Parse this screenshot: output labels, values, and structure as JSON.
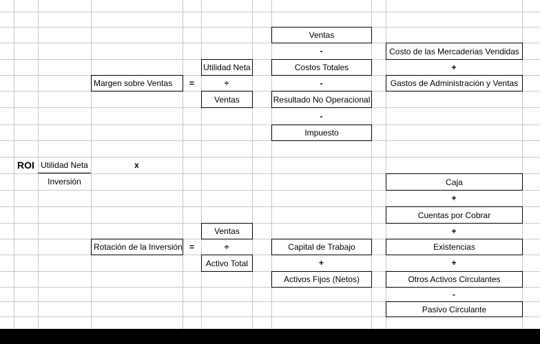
{
  "roi": {
    "label": "ROI",
    "numerator": "Utilidad Neta",
    "denominator": "Inversión",
    "multiply": "x"
  },
  "margin": {
    "label": "Margen sobre Ventas",
    "equals": "=",
    "numerator": "Utilidad Neta",
    "divide": "÷",
    "denominator": "Ventas"
  },
  "income": {
    "ventas": "Ventas",
    "minus1": "-",
    "costos_totales": "Costos Totales",
    "minus2": "-",
    "resultado_no_operacional": "Resultado No Operacional",
    "minus3": "-",
    "impuesto": "Impuesto"
  },
  "costs": {
    "costo_mercaderias": "Costo de las Mercaderias Vendidas",
    "plus": "+",
    "gastos_admin_ventas": "Gastos de Administración y Ventas"
  },
  "rotation": {
    "label": "Rotación de la Inversión",
    "equals": "=",
    "numerator": "Ventas",
    "divide": "÷",
    "denominator": "Activo Total"
  },
  "assets": {
    "capital_trabajo": "Capital de Trabajo",
    "plus": "+",
    "activos_fijos": "Activos Fijos (Netos)"
  },
  "working_capital": {
    "caja": "Caja",
    "plus1": "+",
    "cuentas_por_cobrar": "Cuentas por Cobrar",
    "plus2": "+",
    "existencias": "Existencias",
    "plus3": "+",
    "otros_activos_circulantes": "Otros Activos Circulantes",
    "minus": "-",
    "pasivo_circulante": "Pasivo Circulante"
  }
}
